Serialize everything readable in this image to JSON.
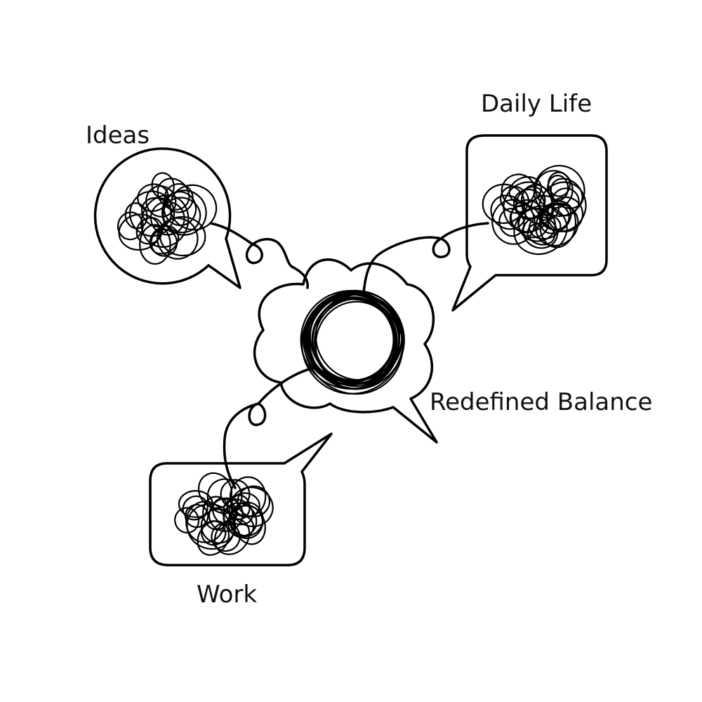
{
  "labels": {
    "ideas": "Ideas",
    "daily_life": "Daily Life",
    "redefined_balance": "Redefined Balance",
    "work": "Work"
  },
  "colors": {
    "ink": "#000000",
    "background": "#ffffff"
  }
}
